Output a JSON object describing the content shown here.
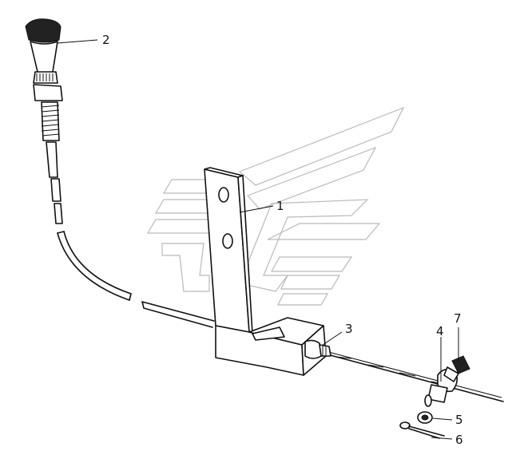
{
  "diagram": {
    "callouts": [
      {
        "id": "1",
        "label": "1"
      },
      {
        "id": "2",
        "label": "2"
      },
      {
        "id": "3",
        "label": "3"
      },
      {
        "id": "4",
        "label": "4"
      },
      {
        "id": "5",
        "label": "5"
      },
      {
        "id": "6",
        "label": "6"
      },
      {
        "id": "7",
        "label": "7"
      }
    ],
    "watermark": "logo-watermark"
  }
}
